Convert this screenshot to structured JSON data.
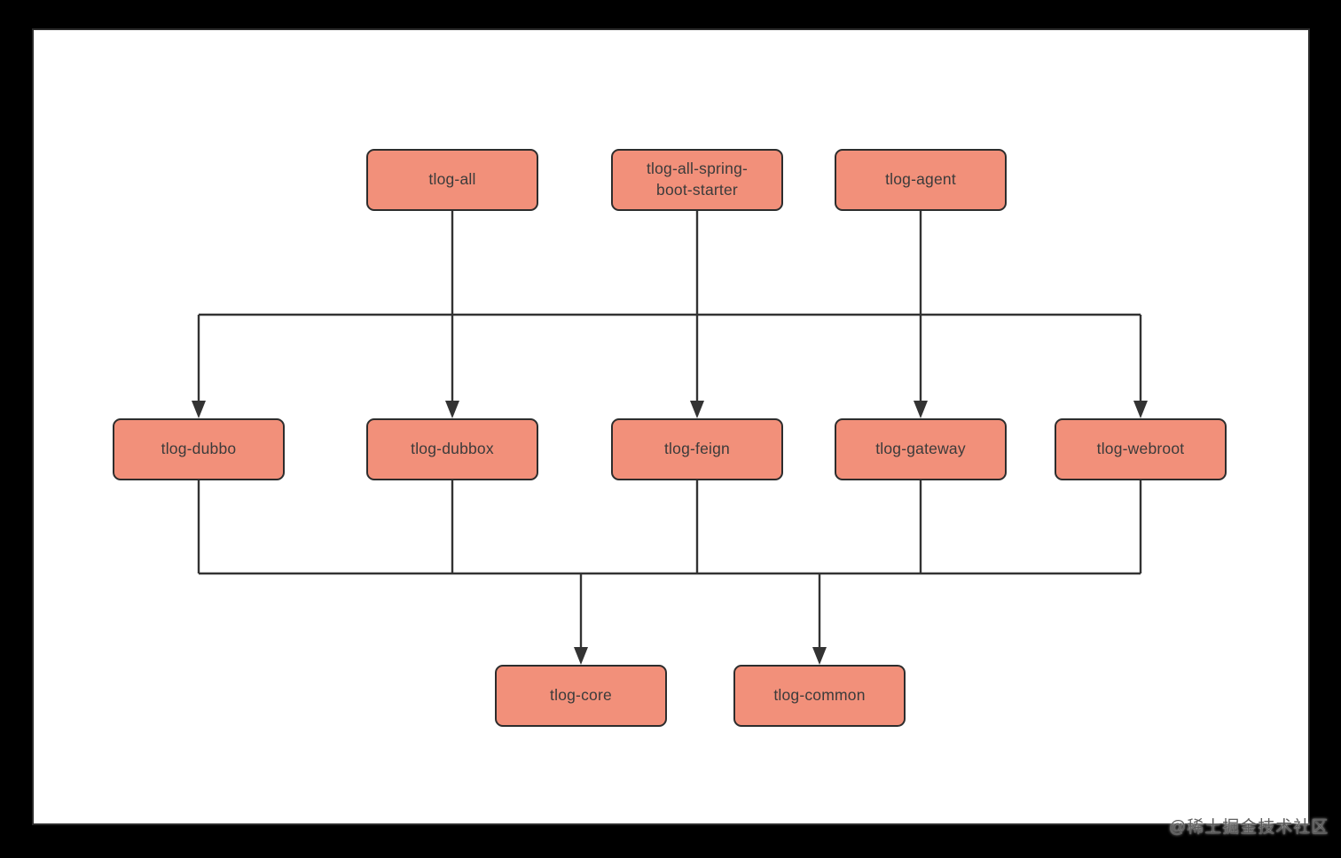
{
  "diagram": {
    "type": "dependency-graph",
    "nodes": [
      {
        "id": "tlog-all",
        "label": "tlog-all",
        "row": "top"
      },
      {
        "id": "tlog-all-spring-boot-starter",
        "label": "tlog-all-spring-boot-starter",
        "row": "top"
      },
      {
        "id": "tlog-agent",
        "label": "tlog-agent",
        "row": "top"
      },
      {
        "id": "tlog-dubbo",
        "label": "tlog-dubbo",
        "row": "middle"
      },
      {
        "id": "tlog-dubbox",
        "label": "tlog-dubbox",
        "row": "middle"
      },
      {
        "id": "tlog-feign",
        "label": "tlog-feign",
        "row": "middle"
      },
      {
        "id": "tlog-gateway",
        "label": "tlog-gateway",
        "row": "middle"
      },
      {
        "id": "tlog-webroot",
        "label": "tlog-webroot",
        "row": "middle"
      },
      {
        "id": "tlog-core",
        "label": "tlog-core",
        "row": "bottom"
      },
      {
        "id": "tlog-common",
        "label": "tlog-common",
        "row": "bottom"
      }
    ],
    "edges": [
      {
        "from": [
          "tlog-all",
          "tlog-all-spring-boot-starter",
          "tlog-agent"
        ],
        "to": [
          "tlog-dubbo",
          "tlog-dubbox",
          "tlog-feign",
          "tlog-gateway",
          "tlog-webroot"
        ]
      },
      {
        "from": [
          "tlog-dubbo",
          "tlog-dubbox",
          "tlog-feign",
          "tlog-gateway",
          "tlog-webroot"
        ],
        "to": [
          "tlog-core",
          "tlog-common"
        ]
      }
    ],
    "colors": {
      "frame_bg": "#000000",
      "canvas_bg": "#FFFFFF",
      "node_fill": "#F2907A",
      "node_border": "#2D2D2D",
      "connector": "#333333",
      "label_text": "#3B3B3B"
    }
  },
  "watermark": {
    "text": "@稀土掘金技术社区"
  }
}
